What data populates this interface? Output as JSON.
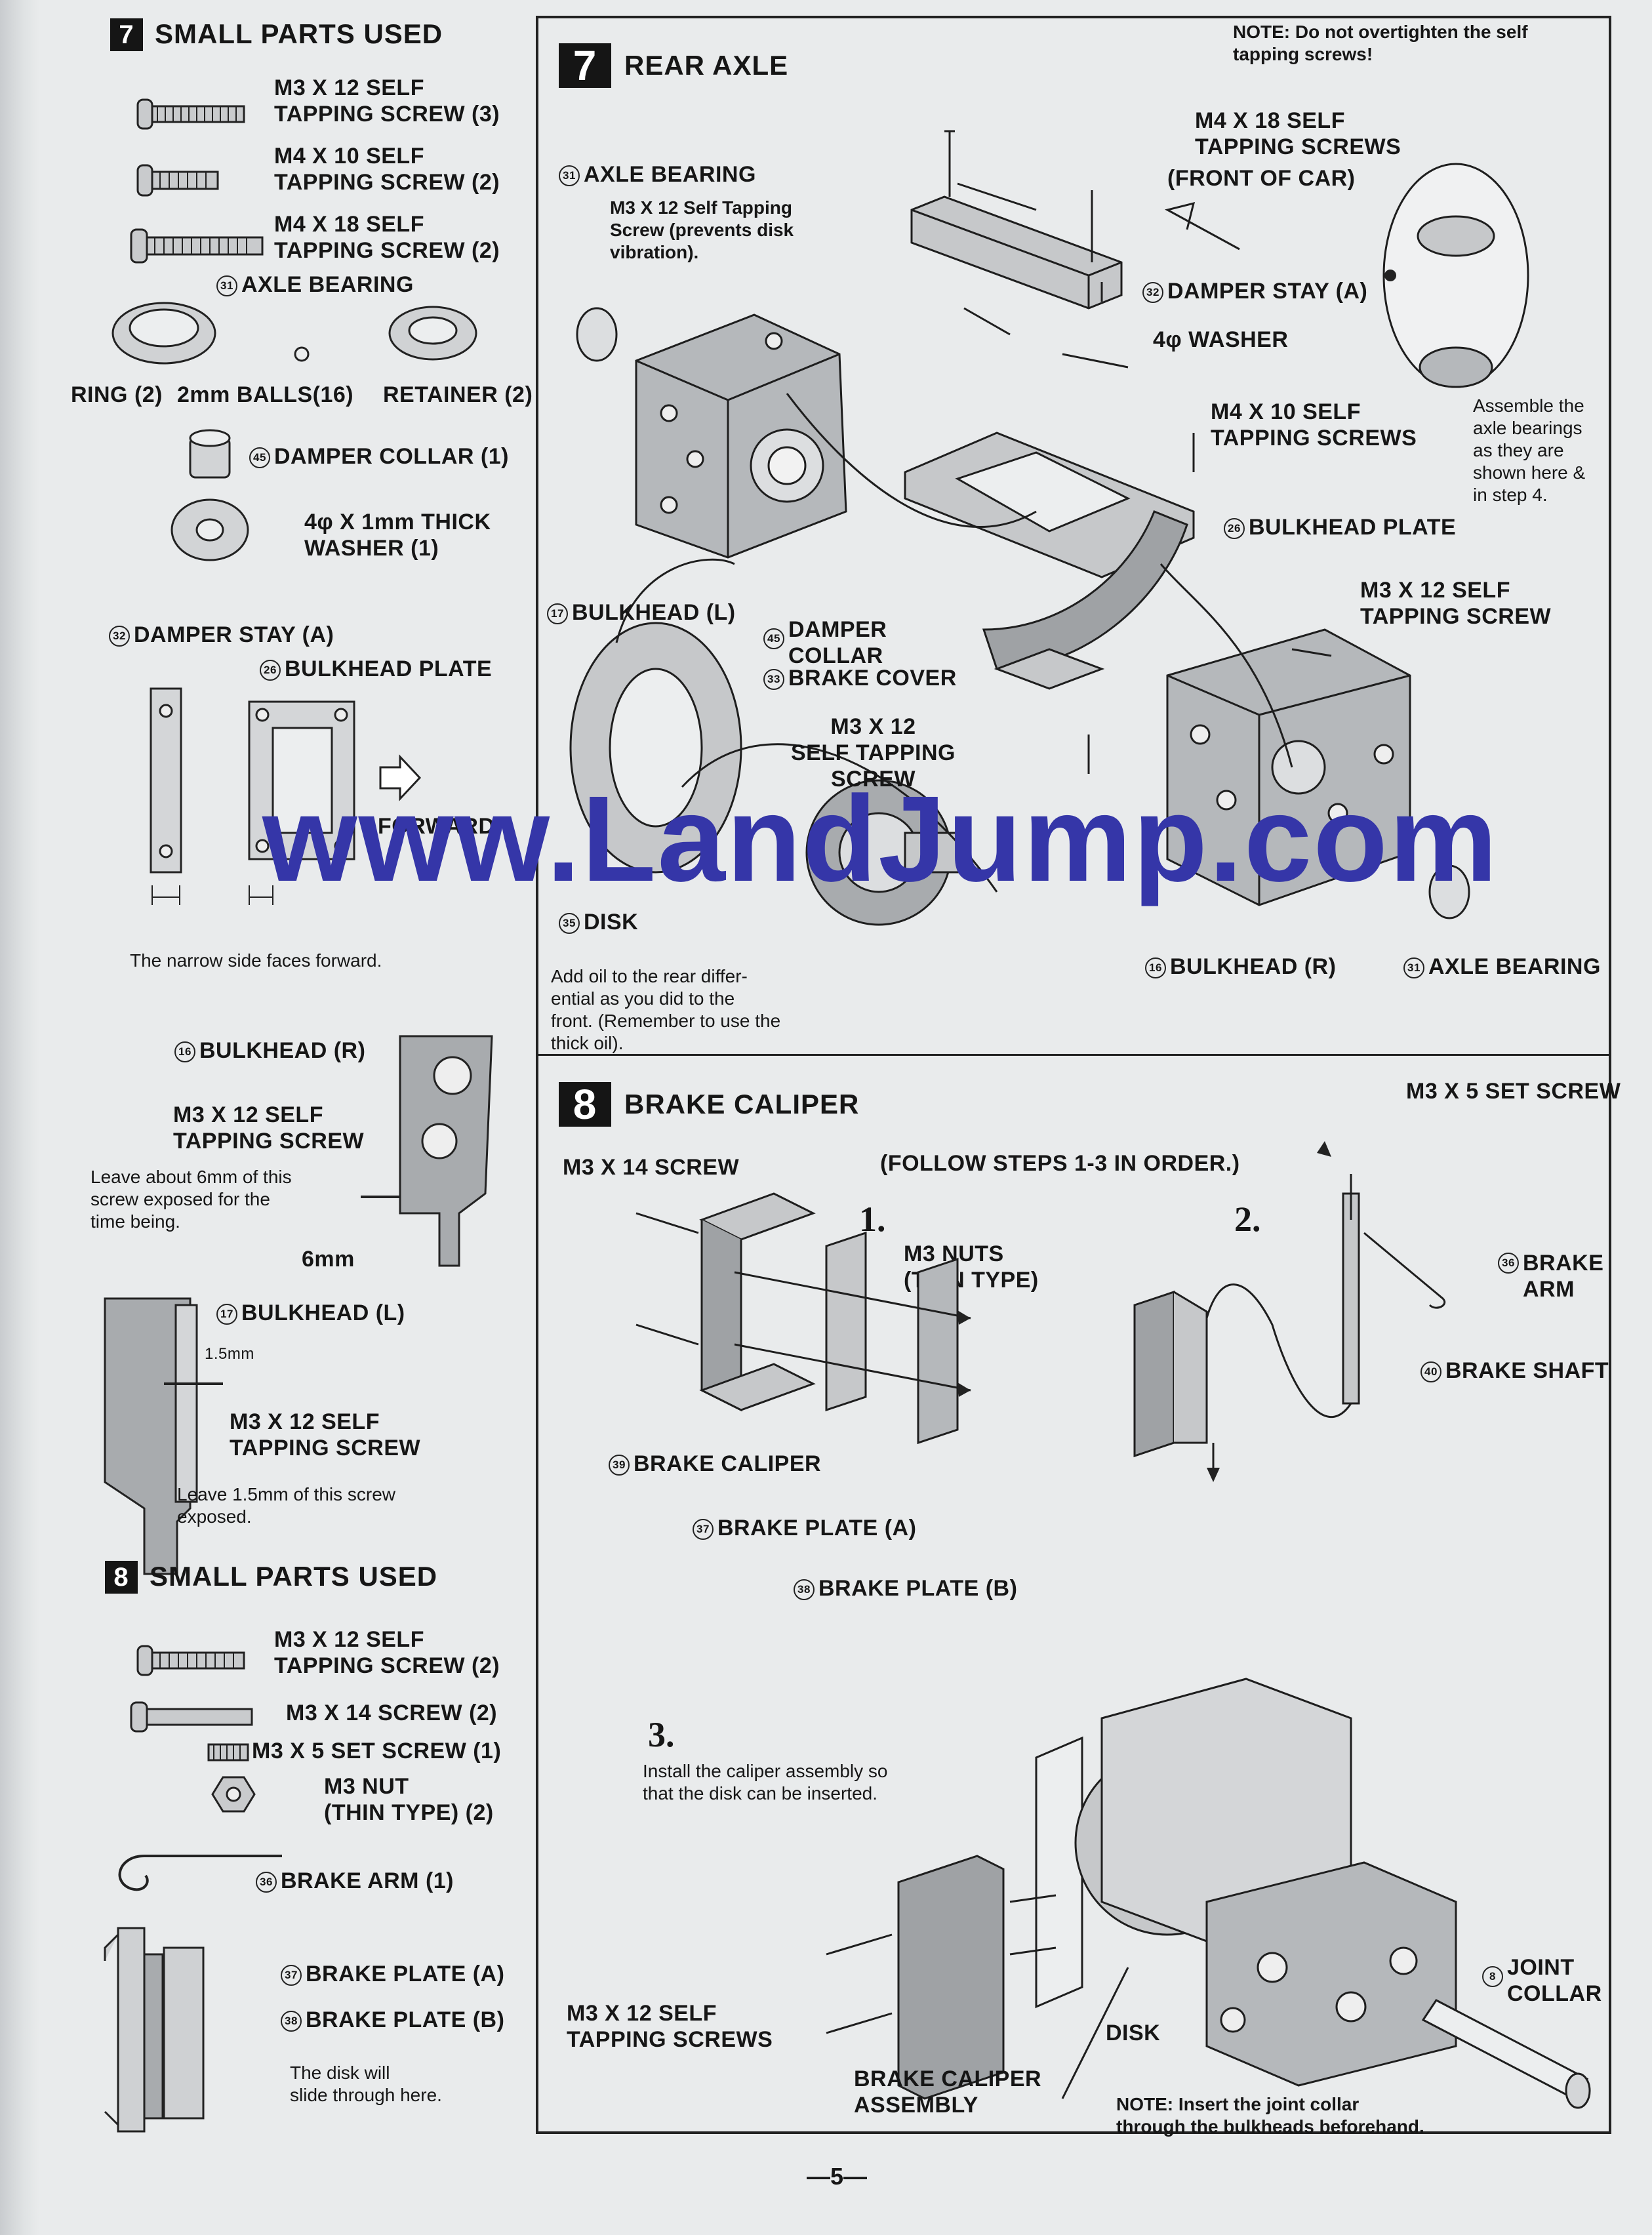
{
  "watermark": "www.LandJump.com",
  "page_number": "—5—",
  "left_col": {
    "sec7": {
      "step": "7",
      "title": "SMALL PARTS USED",
      "m3x12": "M3 X 12 SELF\nTAPPING SCREW (3)",
      "m4x10": "M4 X 10 SELF\nTAPPING SCREW (2)",
      "m4x18": "M4 X 18 SELF\nTAPPING SCREW (2)",
      "axle_bearing_num": "31",
      "axle_bearing": "AXLE BEARING",
      "ring": "RING (2)",
      "balls": "2mm BALLS(16)",
      "retainer": "RETAINER (2)",
      "damper_collar_num": "45",
      "damper_collar": "DAMPER COLLAR (1)",
      "washer": "4φ X 1mm THICK\nWASHER (1)",
      "damper_stay_num": "32",
      "damper_stay": "DAMPER STAY (A)",
      "bulkhead_plate_num": "26",
      "bulkhead_plate": "BULKHEAD PLATE",
      "forward": "FORWARD",
      "narrow_note": "The narrow side faces forward.",
      "bulkhead_r_num": "16",
      "bulkhead_r": "BULKHEAD (R)",
      "m3x12_single": "M3 X 12 SELF\nTAPPING SCREW",
      "leave_6mm": "Leave about 6mm of this\nscrew exposed for the\ntime being.",
      "mm6": "6mm",
      "bulkhead_l_num": "17",
      "bulkhead_l": "BULKHEAD (L)",
      "mm15": "1.5mm",
      "m3x12_single2": "M3 X 12 SELF\nTAPPING SCREW",
      "leave_15mm": "Leave 1.5mm of this screw\nexposed."
    },
    "sec8": {
      "step": "8",
      "title": "SMALL PARTS USED",
      "m3x12": "M3 X 12 SELF\nTAPPING SCREW (2)",
      "m3x14": "M3 X 14 SCREW (2)",
      "m3x5": "M3 X 5 SET SCREW (1)",
      "m3nut": "M3 NUT\n(THIN TYPE) (2)",
      "brake_arm_num": "36",
      "brake_arm": "BRAKE ARM (1)",
      "plate_a_num": "37",
      "plate_a": "BRAKE PLATE (A)",
      "plate_b_num": "38",
      "plate_b": "BRAKE PLATE (B)",
      "disk_note": "The disk will\nslide through here."
    }
  },
  "rear_axle": {
    "step": "7",
    "title": "REAR AXLE",
    "note": "NOTE: Do not overtighten the self\ntapping screws!",
    "m4x18": "M4 X 18 SELF\nTAPPING SCREWS",
    "front_of_car": "(FRONT OF CAR)",
    "axle_bearing_num": "31",
    "axle_bearing": "AXLE BEARING",
    "m3x12_note": "M3 X 12 Self Tapping\nScrew (prevents disk\nvibration).",
    "damper_stay_num": "32",
    "damper_stay": "DAMPER STAY (A)",
    "washer": "4φ WASHER",
    "m4x10": "M4 X 10 SELF\nTAPPING SCREWS",
    "assemble_note": "Assemble the\naxle bearings\nas they are\nshown here &\nin step 4.",
    "bulkhead_plate_num": "26",
    "bulkhead_plate": "BULKHEAD PLATE",
    "bulkhead_l_num": "17",
    "bulkhead_l": "BULKHEAD (L)",
    "damper_collar_num": "45",
    "damper_collar": "DAMPER\nCOLLAR",
    "brake_cover_num": "33",
    "brake_cover": "BRAKE COVER",
    "m3x12_screw": "M3 X 12\nSELF TAPPING\nSCREW",
    "m3x12_tapping": "M3 X 12 SELF\nTAPPING SCREW",
    "disk_num": "35",
    "disk": "DISK",
    "oil_note": "Add oil to the rear differ-\nential as you did to the\nfront. (Remember to use the\nthick oil).",
    "bulkhead_r_num": "16",
    "bulkhead_r": "BULKHEAD (R)",
    "axle_bearing2_num": "31",
    "axle_bearing2": "AXLE BEARING"
  },
  "brake_caliper": {
    "step": "8",
    "title": "BRAKE CALIPER",
    "follow": "(FOLLOW STEPS 1-3 IN ORDER.)",
    "m3x14": "M3 X 14 SCREW",
    "step1": "1.",
    "step2": "2.",
    "step3": "3.",
    "m3nuts": "M3 NUTS\n(THIN TYPE)",
    "m3x5": "M3 X 5 SET SCREW",
    "brake_arm_num": "36",
    "brake_arm": "BRAKE\nARM",
    "brake_shaft_num": "40",
    "brake_shaft": "BRAKE SHAFT",
    "caliper_num": "39",
    "caliper": "BRAKE CALIPER",
    "plate_a_num": "37",
    "plate_a": "BRAKE PLATE (A)",
    "plate_b_num": "38",
    "plate_b": "BRAKE PLATE (B)",
    "install_note": "Install the caliper assembly so\nthat the disk can be inserted.",
    "m3x12": "M3 X 12 SELF\nTAPPING SCREWS",
    "disk": "DISK",
    "caliper_assembly": "BRAKE CALIPER\nASSEMBLY",
    "joint_collar_num": "8",
    "joint_collar": "JOINT\nCOLLAR",
    "joint_note": "NOTE: Insert the joint collar\nthrough the bulkheads beforehand."
  }
}
